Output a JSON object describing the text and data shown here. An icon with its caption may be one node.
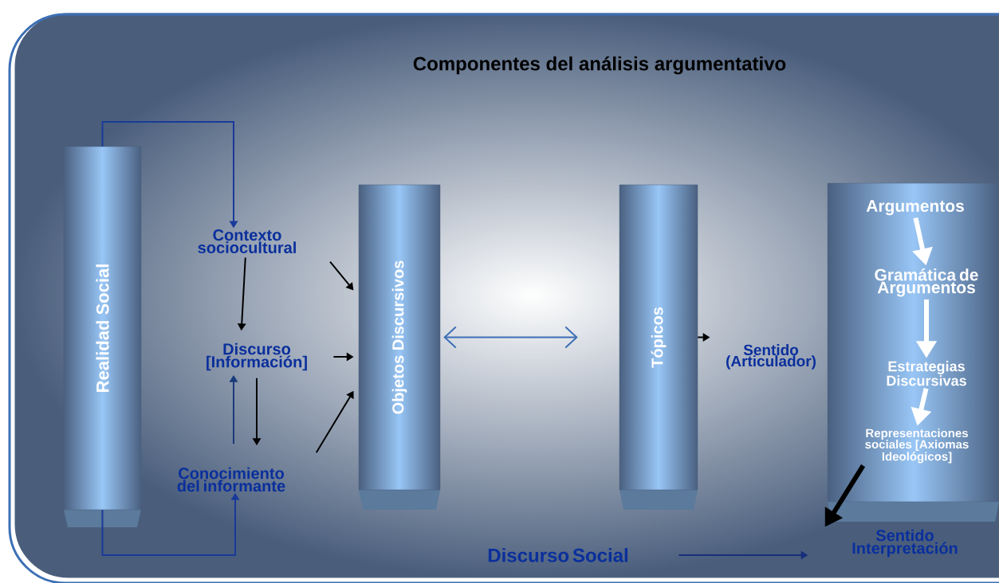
{
  "diagram": {
    "title": "Componentes del análisis argumentativo",
    "nodes": [
      {
        "text": [
          "Realidad Social"
        ]
      },
      {
        "text": [
          "Contexto sociocultural"
        ]
      },
      {
        "text": [
          "Discurso [Información]"
        ]
      },
      {
        "text": [
          "Conocimiento del informante"
        ]
      },
      {
        "text": [
          "Objetos Discursivos"
        ]
      },
      {
        "text": [
          "Tópicos"
        ]
      },
      {
        "text": [
          "Sentido (Articulador)"
        ]
      },
      {
        "text": [],
        "shape": "box"
      },
      {
        "text": [
          "Argumentos"
        ],
        "in": 7
      },
      {
        "text": [
          "Gramática de Argumentos"
        ],
        "in": 7
      },
      {
        "text": [
          "Estrategias Discursivas"
        ],
        "in": 7
      },
      {
        "text": [
          "Representaciones sociales [Axiomas Ideológicos]"
        ],
        "in": 7
      },
      {
        "text": [
          "Sentido Interpretación"
        ]
      },
      {
        "text": [
          "Discurso Social"
        ]
      }
    ],
    "edges": [
      {
        "from": 0,
        "to": 1,
        "arrow": "to",
        "color": "#1a3a9a"
      },
      {
        "from": 0,
        "to": 3,
        "arrow": "to",
        "color": "#1a3a9a"
      },
      {
        "from": 1,
        "to": 2,
        "arrow": "to"
      },
      {
        "from": 1,
        "to": 4,
        "arrow": "to"
      },
      {
        "from": 2,
        "to": 4,
        "arrow": "to"
      },
      {
        "from": 3,
        "to": 4,
        "arrow": "to"
      },
      {
        "from": 3,
        "to": 2,
        "arrow": "to",
        "color": "#1a3a7a"
      },
      {
        "from": 2,
        "to": 3,
        "arrow": "to"
      },
      {
        "from": 4,
        "to": 5,
        "arrow": "both",
        "color": "#3d6fb5"
      },
      {
        "from": 5,
        "to": 6,
        "arrow": "to"
      },
      {
        "from": 8,
        "to": 9,
        "arrow": "to",
        "style": "thick",
        "color": "#ffffff"
      },
      {
        "from": 9,
        "to": 10,
        "arrow": "to",
        "style": "thick",
        "color": "#ffffff"
      },
      {
        "from": 10,
        "to": 11,
        "arrow": "to",
        "style": "thick",
        "color": "#ffffff"
      },
      {
        "from": 11,
        "to": 12,
        "arrow": "to",
        "style": "thick"
      },
      {
        "from": 13,
        "to": 12,
        "arrow": "to",
        "color": "#1a2f7a"
      }
    ]
  }
}
